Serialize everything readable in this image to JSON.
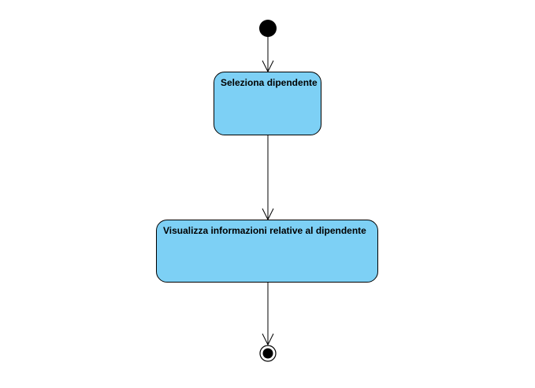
{
  "diagram": {
    "type": "uml-activity",
    "colors": {
      "state_fill": "#7dd0f5",
      "stroke": "#000000",
      "background": "#ffffff"
    },
    "nodes": [
      {
        "id": "start",
        "kind": "initial-node"
      },
      {
        "id": "state-1",
        "kind": "action",
        "label": "Seleziona dipendente"
      },
      {
        "id": "state-2",
        "kind": "action",
        "label": "Visualizza informazioni relative al dipendente"
      },
      {
        "id": "end",
        "kind": "final-node"
      }
    ],
    "edges": [
      {
        "from": "start",
        "to": "state-1"
      },
      {
        "from": "state-1",
        "to": "state-2"
      },
      {
        "from": "state-2",
        "to": "end"
      }
    ]
  }
}
